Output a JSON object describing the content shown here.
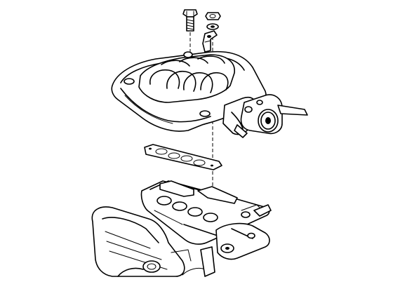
{
  "diagram": {
    "parts": [
      {
        "id": "bolt",
        "icon": "bolt-icon"
      },
      {
        "id": "nut",
        "icon": "nut-icon"
      },
      {
        "id": "washer",
        "icon": "washer-icon"
      },
      {
        "id": "bracket",
        "icon": "bracket-icon"
      },
      {
        "id": "upper-intake-manifold",
        "icon": "manifold-icon"
      },
      {
        "id": "throttle-body",
        "icon": "throttle-body-icon"
      },
      {
        "id": "manifold-gasket",
        "icon": "gasket-icon"
      },
      {
        "id": "lower-intake-manifold",
        "icon": "lower-manifold-icon"
      },
      {
        "id": "engine-block",
        "icon": "engine-icon"
      }
    ],
    "line_color": "#000000",
    "background": "#ffffff"
  }
}
